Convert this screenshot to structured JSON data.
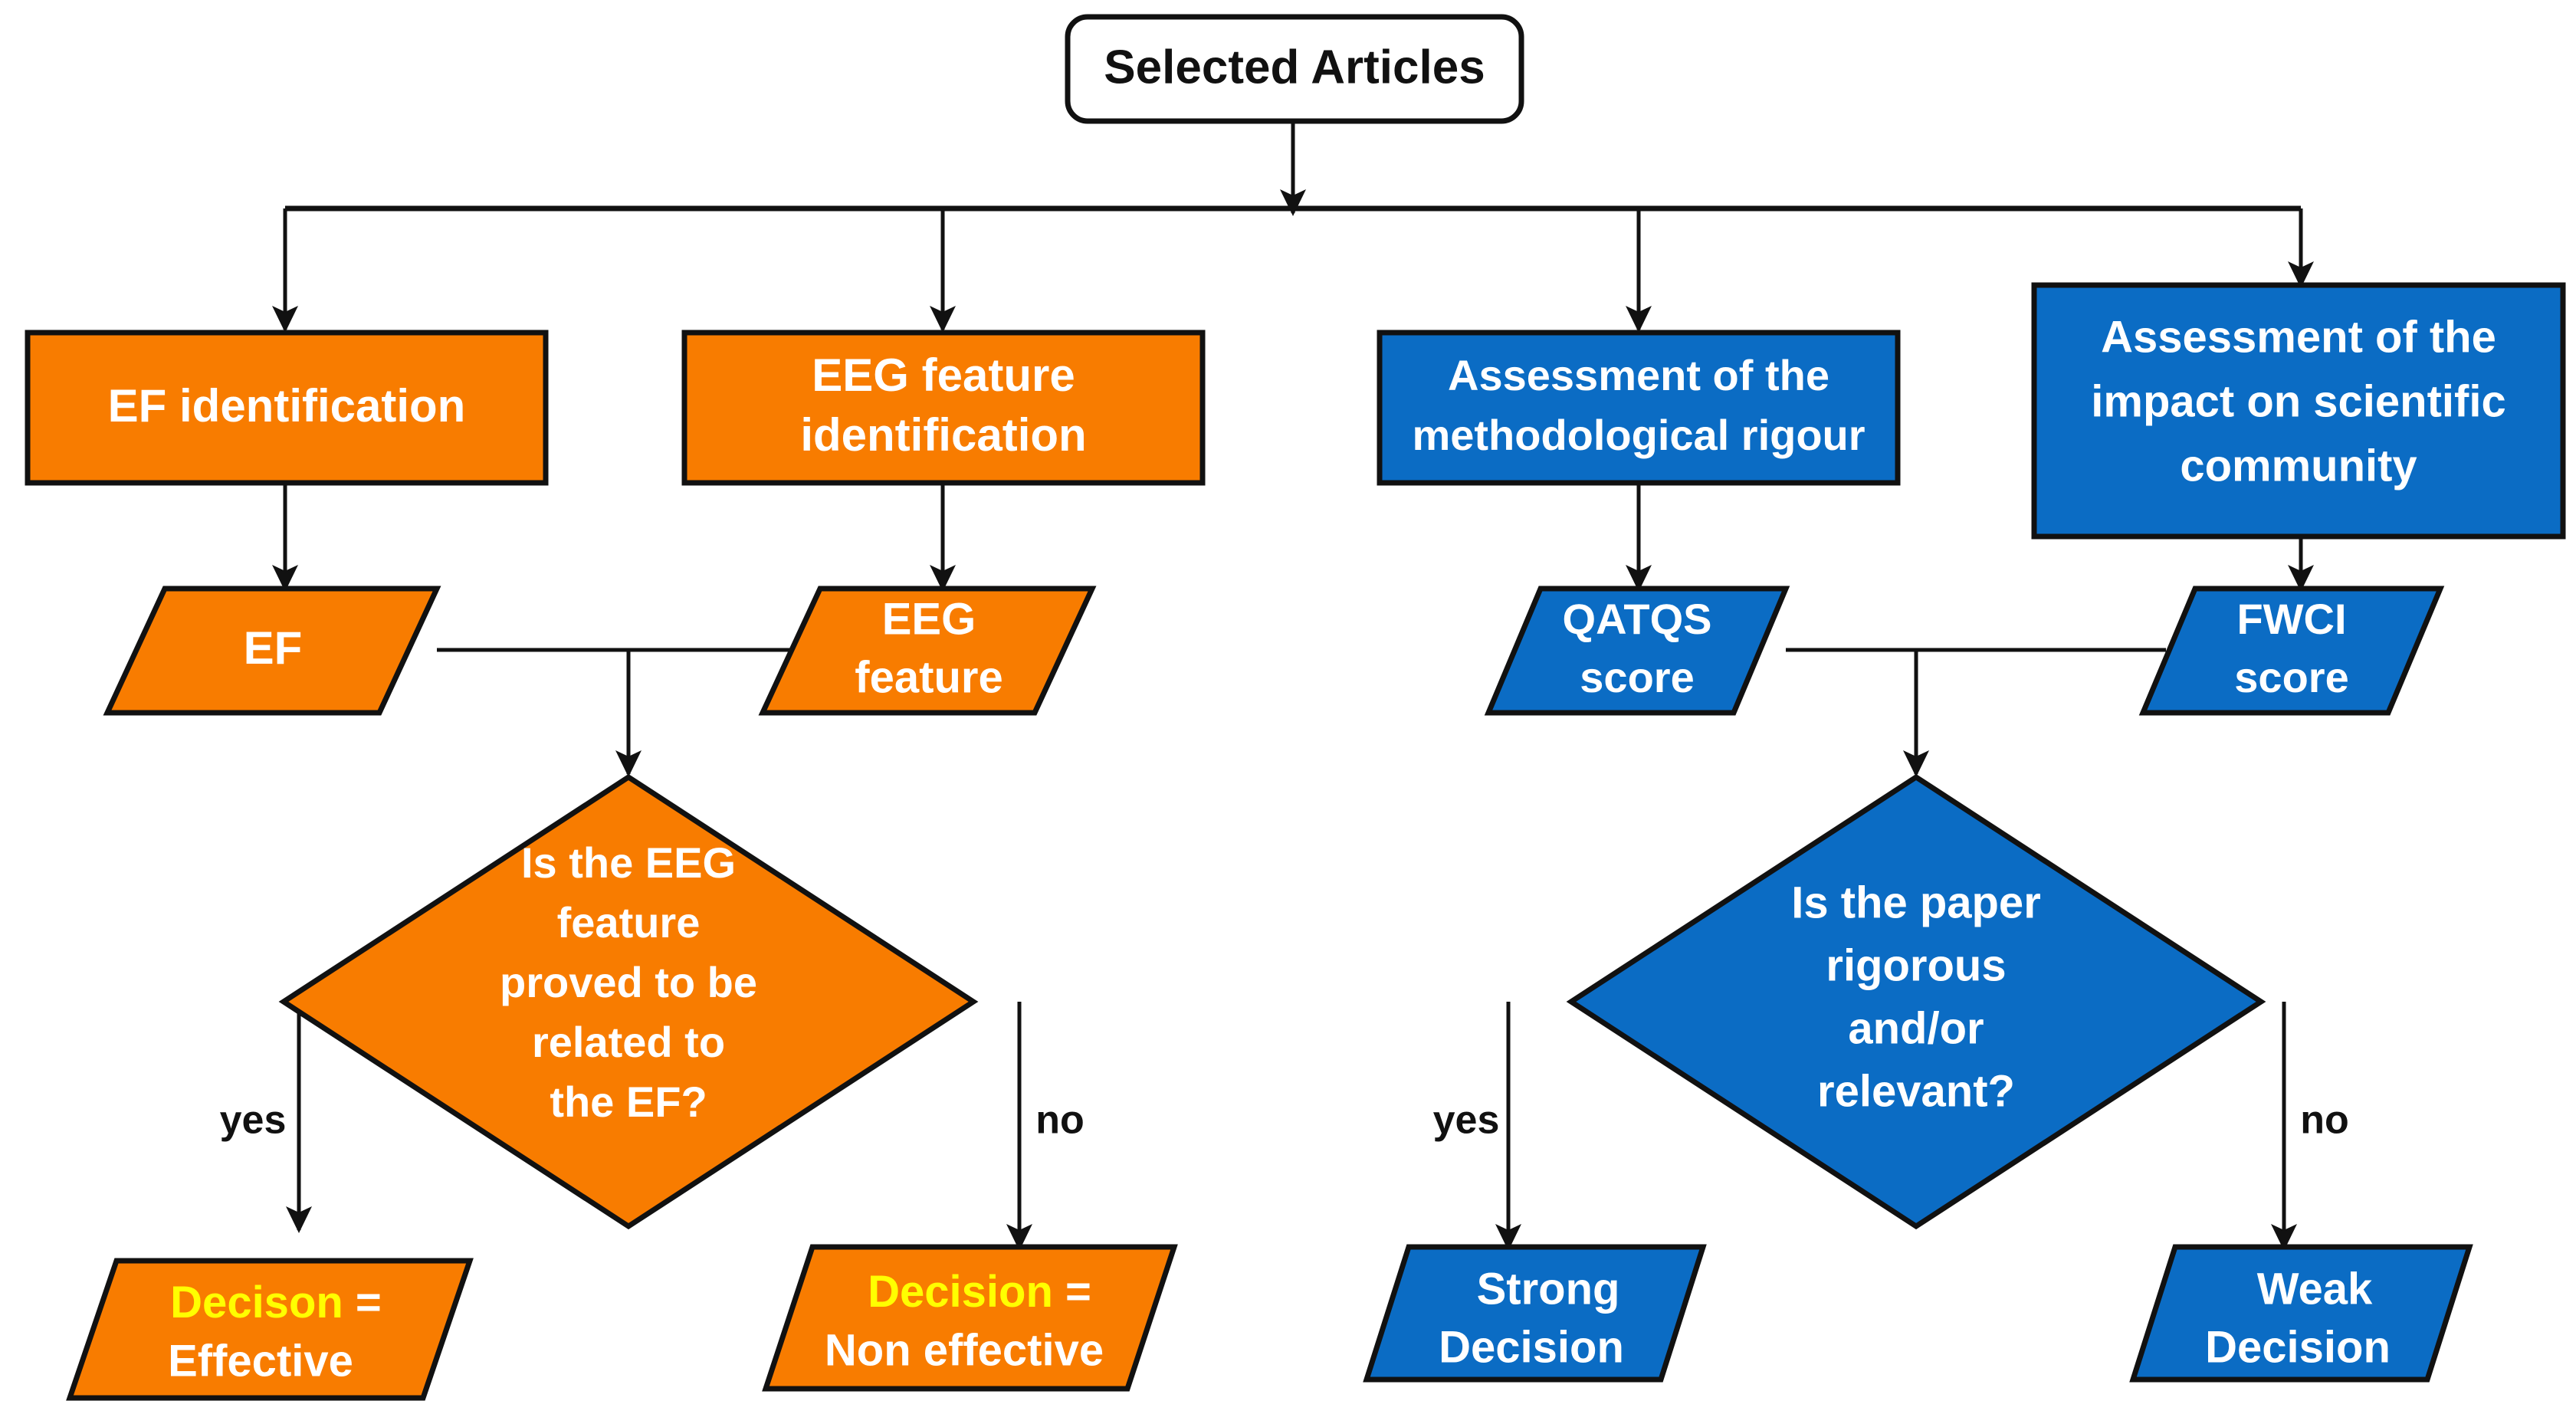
{
  "diagram": {
    "title": "Article assessment decision flowchart",
    "colors": {
      "orange": "#F87C00",
      "blue": "#0B6CC4",
      "yellow": "#FFFF00",
      "white": "#FFFFFF",
      "outline": "#111111",
      "page_background": "#FFFFFF"
    },
    "root": {
      "id": "selected-articles",
      "shape": "rounded-rectangle",
      "label": "Selected Articles",
      "fill": "#FFFFFF",
      "text_color": "#111111"
    },
    "branches": [
      {
        "id": "ef-identification",
        "shape": "rectangle",
        "fill": "#F87C00",
        "lines": [
          "EF identification"
        ]
      },
      {
        "id": "eeg-feature-identification",
        "shape": "rectangle",
        "fill": "#F87C00",
        "lines": [
          "EEG feature",
          "identification"
        ]
      },
      {
        "id": "assessment-methodological-rigour",
        "shape": "rectangle",
        "fill": "#0B6CC4",
        "lines": [
          "Assessment of the",
          "methodological rigour"
        ]
      },
      {
        "id": "assessment-impact-scientific-community",
        "shape": "rectangle",
        "fill": "#0B6CC4",
        "lines": [
          "Assessment of the",
          "impact on scientific",
          "community"
        ]
      }
    ],
    "data_nodes": [
      {
        "id": "ef",
        "shape": "parallelogram",
        "fill": "#F87C00",
        "lines": [
          "EF"
        ]
      },
      {
        "id": "eeg-feature",
        "shape": "parallelogram",
        "fill": "#F87C00",
        "lines": [
          "EEG",
          "feature"
        ]
      },
      {
        "id": "qatqs-score",
        "shape": "parallelogram",
        "fill": "#0B6CC4",
        "lines": [
          "QATQS",
          "score"
        ]
      },
      {
        "id": "fwci-score",
        "shape": "parallelogram",
        "fill": "#0B6CC4",
        "lines": [
          "FWCI",
          "score"
        ]
      }
    ],
    "decisions": [
      {
        "id": "eeg-ef-related-decision",
        "shape": "diamond",
        "fill": "#F87C00",
        "lines": [
          "Is the EEG",
          "feature",
          "proved to be",
          "related to",
          "the EF?"
        ],
        "yes_label": "yes",
        "no_label": "no"
      },
      {
        "id": "paper-rigorous-decision",
        "shape": "diamond",
        "fill": "#0B6CC4",
        "lines": [
          "Is the paper",
          "rigorous",
          "and/or",
          "relevant?"
        ],
        "yes_label": "yes",
        "no_label": "no"
      }
    ],
    "outcomes": [
      {
        "id": "decision-effective",
        "shape": "parallelogram",
        "fill": "#F87C00",
        "line1": "Decison =",
        "line1_color": "#FFFF00",
        "line1_tail": " =",
        "line1_head": "Decison",
        "line2": "Effective",
        "line2_color": "#FFFFFF"
      },
      {
        "id": "decision-non-effective",
        "shape": "parallelogram",
        "fill": "#F87C00",
        "line1": "Decision =",
        "line1_color": "#FFFF00",
        "line1_tail": " =",
        "line1_head": "Decision",
        "line2": "Non effective",
        "line2_color": "#FFFFFF"
      },
      {
        "id": "strong-decision",
        "shape": "parallelogram",
        "fill": "#0B6CC4",
        "line1": "Strong",
        "line1_color": "#FFFFFF",
        "line2": "Decision",
        "line2_color": "#FFFF00"
      },
      {
        "id": "weak-decision",
        "shape": "parallelogram",
        "fill": "#0B6CC4",
        "line1": "Weak",
        "line1_color": "#FFFFFF",
        "line2": "Decision",
        "line2_color": "#FFFF00"
      }
    ]
  }
}
